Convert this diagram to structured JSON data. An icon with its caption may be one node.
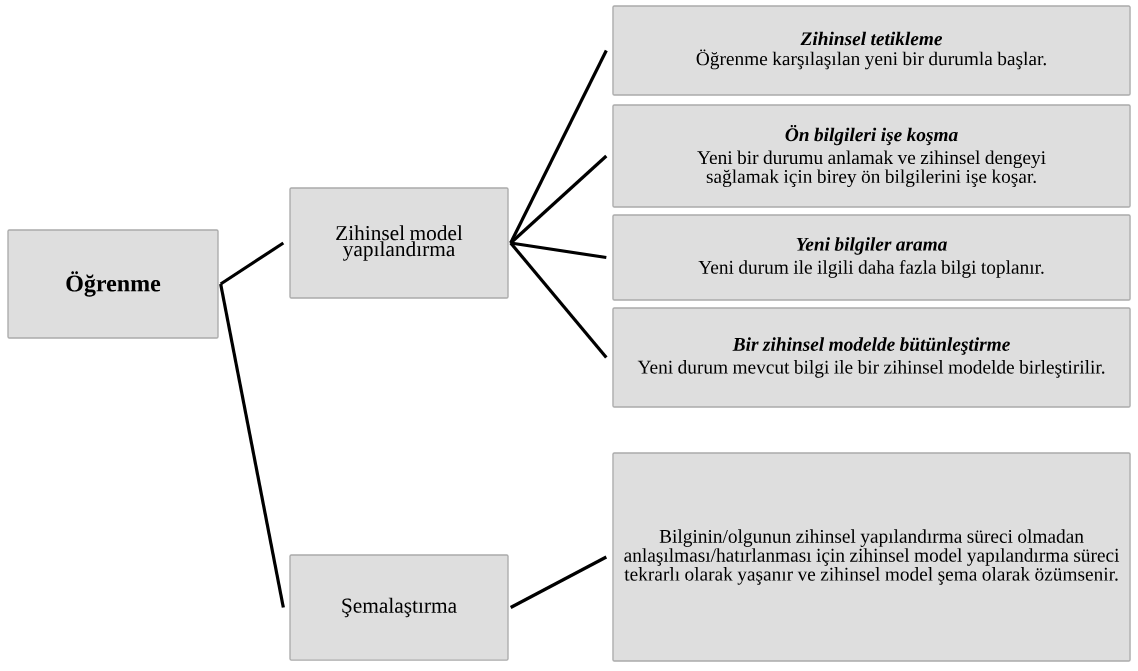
{
  "diagram": {
    "nodes": [
      {
        "text": [
          "Öğrenme"
        ]
      },
      {
        "text": [
          "Zihinsel model yapılandırma"
        ]
      },
      {
        "text": [
          "Şemalaştırma"
        ]
      },
      {
        "text": [
          "Zihinsel tetikleme",
          "Öğrenme karşılaşılan yeni bir durumla başlar."
        ]
      },
      {
        "text": [
          "Ön bilgileri işe koşma",
          "Yeni bir durumu anlamak ve zihinsel dengeyi sağlamak için birey ön bilgilerini işe koşar."
        ]
      },
      {
        "text": [
          "Yeni bilgiler arama",
          "Yeni durum ile ilgili daha fazla bilgi toplanır."
        ]
      },
      {
        "text": [
          "Bir zihinsel modelde bütünleştirme",
          "Yeni  durum mevcut bilgi ile bir zihinsel modelde birleştirilir."
        ]
      },
      {
        "text": [
          "Bilginin/olgunun zihinsel yapılandırma süreci olmadan anlaşılması/hatırlanması için zihinsel model yapılandırma süreci tekrarlı olarak yaşanır ve zihinsel model şema olarak özümsenir."
        ]
      }
    ],
    "edges": [
      {
        "from": 0,
        "to": 1,
        "arrow": "none"
      },
      {
        "from": 0,
        "to": 2,
        "arrow": "none"
      },
      {
        "from": 1,
        "to": 3,
        "arrow": "none"
      },
      {
        "from": 1,
        "to": 4,
        "arrow": "none"
      },
      {
        "from": 1,
        "to": 5,
        "arrow": "none"
      },
      {
        "from": 1,
        "to": 6,
        "arrow": "none"
      },
      {
        "from": 2,
        "to": 7,
        "arrow": "none"
      }
    ]
  }
}
